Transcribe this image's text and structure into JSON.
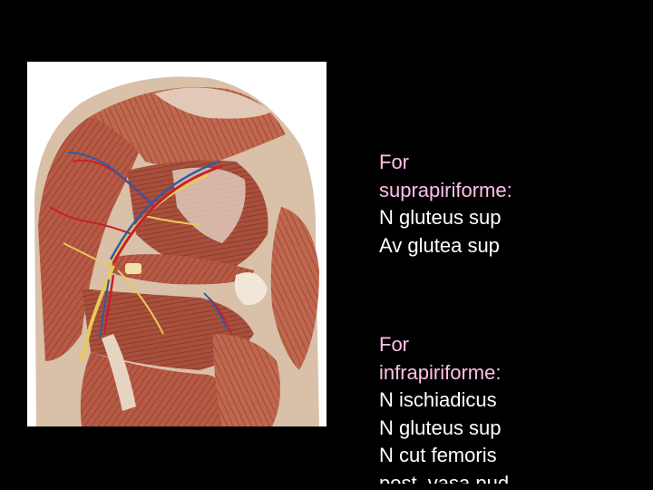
{
  "figure": {
    "alt": "Anatomical illustration: gluteal region with superior and inferior gluteal nerves and vessels",
    "colors": {
      "background": "#ffffff",
      "muscle": "#b65a45",
      "muscle_dark": "#8e3d2c",
      "tendon": "#e6d4c3",
      "artery": "#c8202a",
      "vein": "#2f5aa8",
      "nerve": "#e8c95a"
    }
  },
  "supra": {
    "heading_line1": "For",
    "heading_line2": "suprapiriforme:",
    "items": [
      "N gluteus sup",
      "Av glutea sup"
    ]
  },
  "infra": {
    "heading_line1": "For",
    "heading_line2": "infrapiriforme:",
    "items": [
      "N ischiadicus",
      "N gluteus sup",
      "N cut femoris"
    ],
    "cut_line": "post, vasa pud"
  },
  "colors": {
    "background": "#000000",
    "heading": "#ffc0e6",
    "text": "#ffffff"
  }
}
